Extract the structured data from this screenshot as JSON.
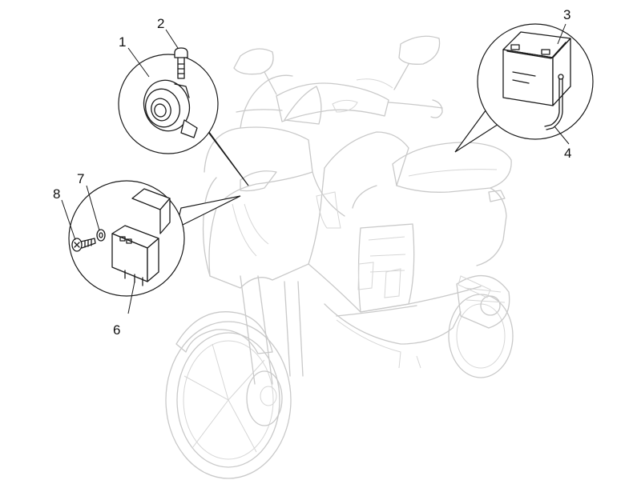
{
  "callouts": [
    {
      "id": "1",
      "label": "1"
    },
    {
      "id": "2",
      "label": "2"
    },
    {
      "id": "3",
      "label": "3"
    },
    {
      "id": "4",
      "label": "4"
    },
    {
      "id": "6",
      "label": "6"
    },
    {
      "id": "7",
      "label": "7"
    },
    {
      "id": "8",
      "label": "8"
    }
  ],
  "colors": {
    "ink": "#1a1a1a",
    "ghost_outline": "#c9c9c9",
    "background": "#ffffff"
  },
  "icons": {
    "horn": "horn-icon",
    "bolt": "bolt-icon",
    "battery": "battery-icon",
    "vent_tube": "battery-vent-tube-icon",
    "relay": "relay-icon",
    "washer": "washer-icon",
    "screw": "screw-icon",
    "scooter": "scooter-outline-icon"
  }
}
